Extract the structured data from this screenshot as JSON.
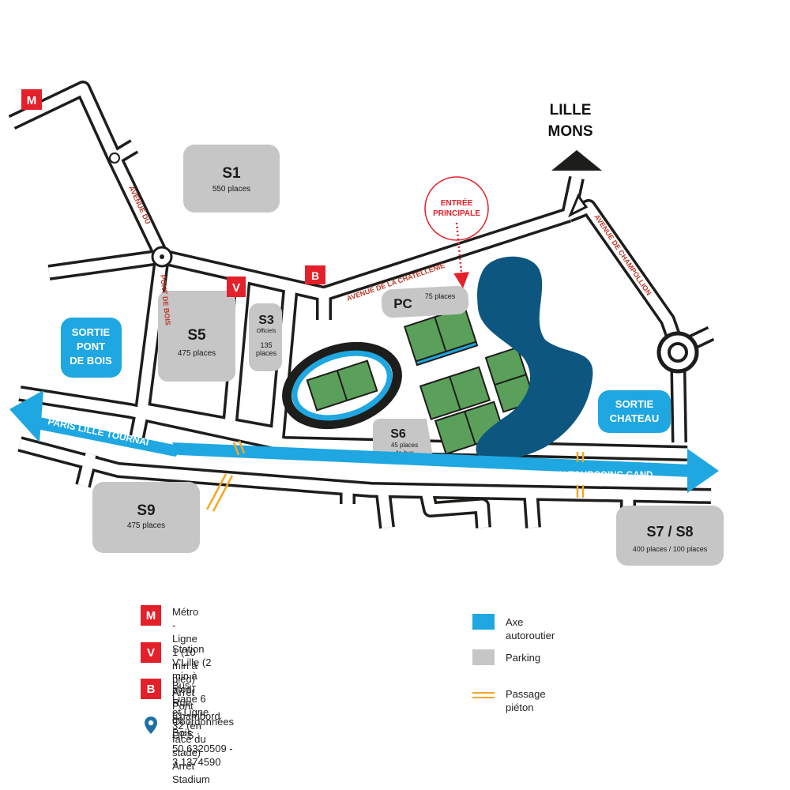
{
  "direction": {
    "line1": "LILLE",
    "line2": "MONS"
  },
  "entrance": {
    "line1": "ENTRÉE",
    "line2": "PRINCIPALE"
  },
  "roads": {
    "pont_de_bois_a": "AVENUE DU",
    "pont_de_bois_b": "PONT DE BOIS",
    "chatellenie": "AVENUE DE LA CHATELLENIE",
    "champollion": "AVENUE DE CHAMPOLLION",
    "highway_west": "PARIS LILLE TOURNAI",
    "highway_east": "ROUBAIX TOURCOING GAND"
  },
  "exits": {
    "pont_de_bois": [
      "SORTIE",
      "PONT",
      "DE BOIS"
    ],
    "chateau": [
      "SORTIE",
      "CHATEAU"
    ]
  },
  "parkings": {
    "s1": {
      "name": "S1",
      "places": "550 places"
    },
    "s5": {
      "name": "S5",
      "places": "475 places"
    },
    "s3": {
      "name": "S3",
      "sub": "Officiels",
      "places1": "135",
      "places2": "places"
    },
    "pc": {
      "name": "PC",
      "places": "75 places"
    },
    "s6": {
      "name": "S6",
      "places1": "45 places",
      "places2": "de bus"
    },
    "s9": {
      "name": "S9",
      "places": "475 places"
    },
    "s78": {
      "name": "S7 / S8",
      "places": "400 places / 100 places"
    }
  },
  "markers": {
    "metro": "M",
    "vlille": "V",
    "bus": "B"
  },
  "legend": {
    "metro": {
      "badge": "M",
      "line1": "Métro - Ligne 1 (10 min à pied)",
      "line2": "Arrêt Pont de Bois"
    },
    "vlille": {
      "badge": "V",
      "line1": "Station V'Lille (2 min à pied)",
      "line2": "Rue Chambord"
    },
    "bus": {
      "badge": "B",
      "line1": "Bus - Liane 6 et Ligne 32 (en face du stade)",
      "line2": "Arrêt Stadium"
    },
    "gps": {
      "line1": "Coordonnées GPS :",
      "line2": "50.6320509 - 3.1374590"
    },
    "highway": "Axe autoroutier",
    "parking": "Parking",
    "crossing": "Passage piéton"
  },
  "colors": {
    "road": "#1d1d1b",
    "parking": "#c6c6c6",
    "highway": "#1ea7e1",
    "badge": "#e4202a",
    "field": "#5aa05a",
    "lake": "#0d5680",
    "crossing": "#f5a623",
    "gps_pin": "#1f6fa3"
  }
}
